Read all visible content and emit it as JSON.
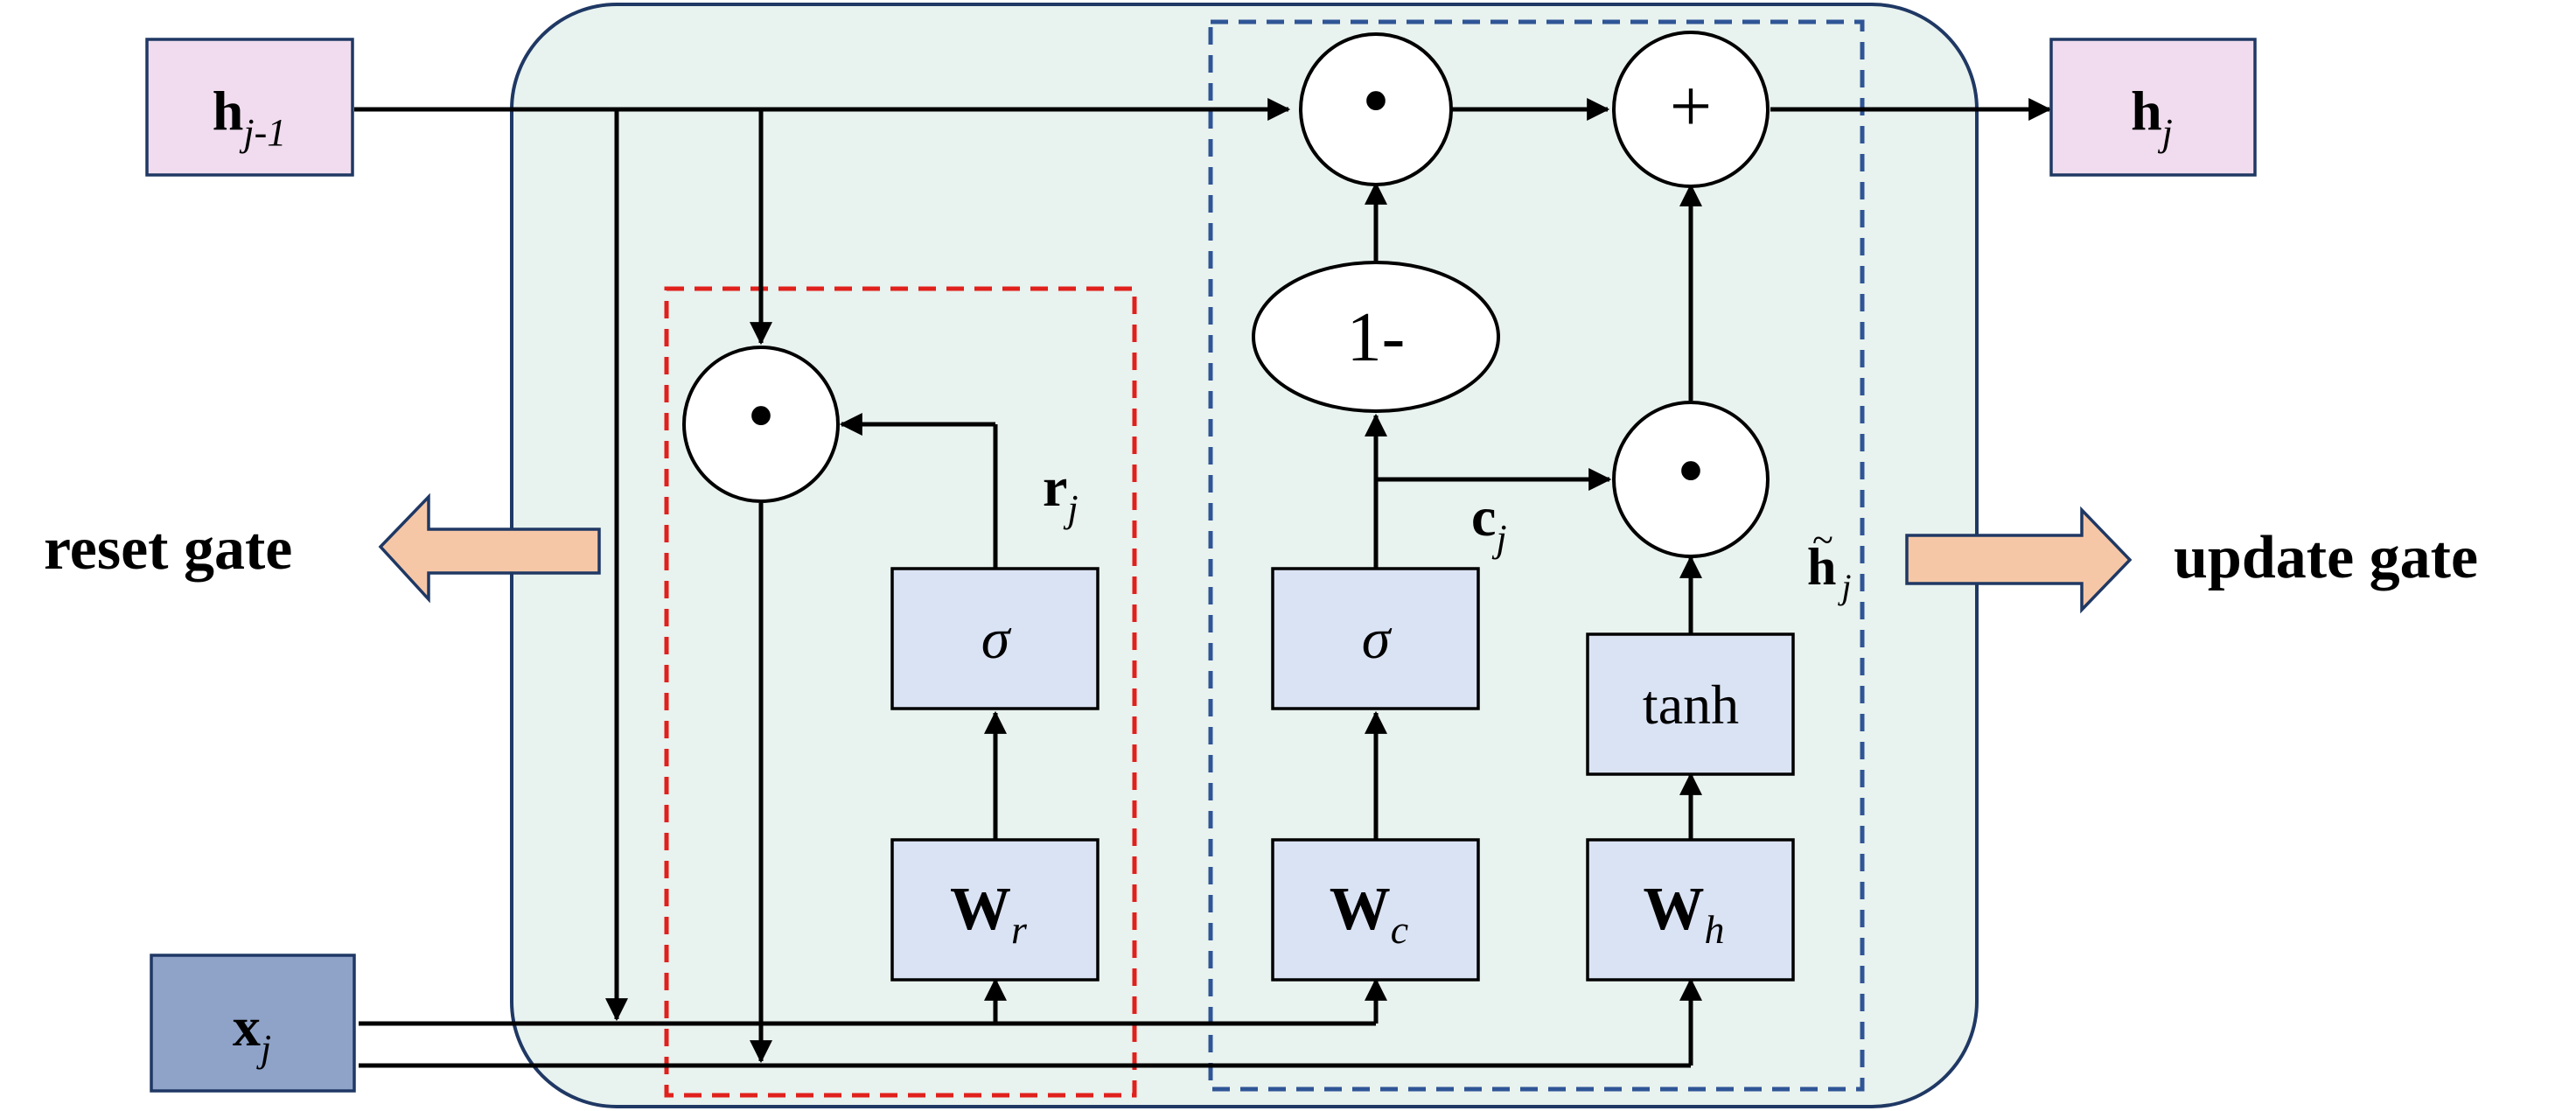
{
  "inputs": {
    "h_prev": {
      "base": "h",
      "sub": "j-1"
    },
    "x": {
      "base": "x",
      "sub": "j"
    }
  },
  "output": {
    "base": "h",
    "sub": "j"
  },
  "reset_gate": {
    "label": "reset gate",
    "weight": {
      "base": "W",
      "sub": "r"
    },
    "activation": "σ",
    "signal": {
      "base": "r",
      "sub": "j"
    },
    "multiply_symbol": "•"
  },
  "update_gate": {
    "label": "update gate",
    "weight_c": {
      "base": "W",
      "sub": "c"
    },
    "activation_c": "σ",
    "signal_c": {
      "base": "c",
      "sub": "j"
    },
    "weight_h": {
      "base": "W",
      "sub": "h"
    },
    "activation_h": "tanh",
    "candidate": {
      "base": "h",
      "accent": "~",
      "sub": "j"
    },
    "one_minus": "1-",
    "multiply_symbol_top": "•",
    "multiply_symbol_right": "•",
    "add_symbol": "+"
  },
  "colors": {
    "cell_fill": "#e8f2ee",
    "cell_stroke": "#1f3864",
    "reset_dash": "#e0201c",
    "update_dash": "#2f5597",
    "gate_box": "#dae3f3",
    "h_box": "#f0dcee",
    "x_box": "#8fa3c8",
    "arrow_fill": "#f6c7a6"
  }
}
